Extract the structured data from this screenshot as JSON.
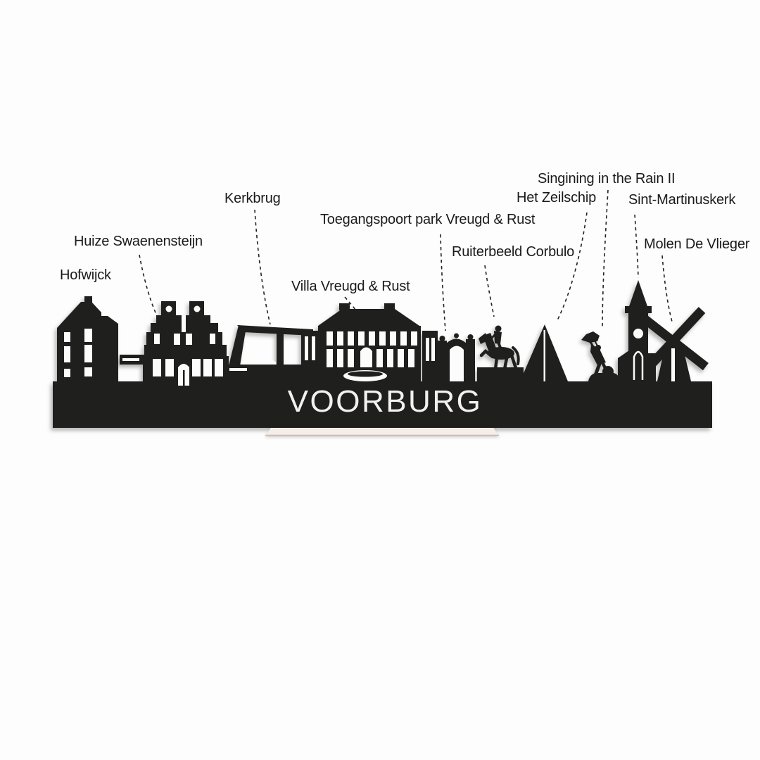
{
  "skyline": {
    "name_cutout": "VOORBURG",
    "landmarks": [
      {
        "label": "Hofwijck"
      },
      {
        "label": "Huize Swaenensteijn"
      },
      {
        "label": "Kerkbrug"
      },
      {
        "label": "Villa Vreugd & Rust"
      },
      {
        "label": "Toegangspoort park Vreugd & Rust"
      },
      {
        "label": "Ruiterbeeld Corbulo"
      },
      {
        "label": "Het Zeilschip"
      },
      {
        "label": "Singining in the Rain II"
      },
      {
        "label": "Sint-Martinuskerk"
      },
      {
        "label": "Molen De Vlieger"
      }
    ]
  },
  "colors": {
    "silhouette": "#1f1f1e",
    "cutout_white": "#fcfcfc",
    "stand": "#f6ede9",
    "stand_edge": "#c9b7a7",
    "background": "#fdfdfd",
    "label_text": "#1a1a1a"
  }
}
